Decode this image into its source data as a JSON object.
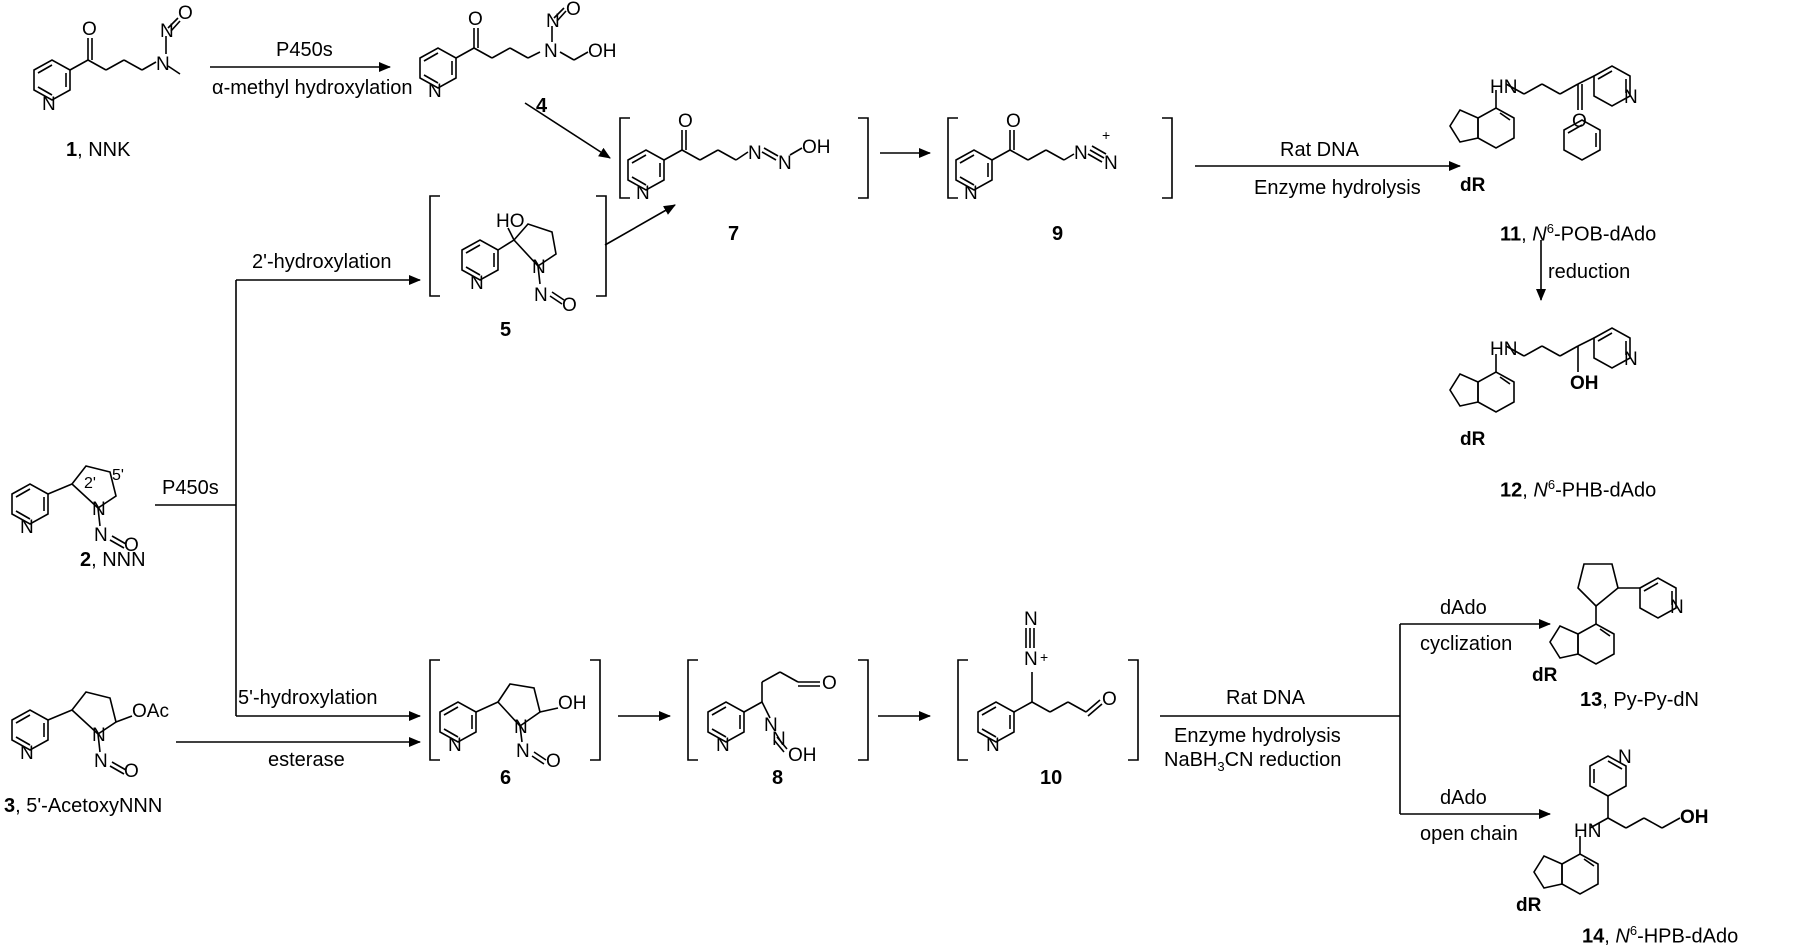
{
  "reagents": {
    "r1_top": "P450s",
    "r1_bottom": "α-methyl hydroxylation",
    "r2": "P450s",
    "r3": "2'-hydroxylation",
    "r4": "5'-hydroxylation",
    "r5": "esterase",
    "r6_top": "Rat DNA",
    "r6_bottom": "Enzyme hydrolysis",
    "r7": "reduction",
    "r8_top": "Rat DNA",
    "r8_mid": "Enzyme hydrolysis",
    "r8_bottom_pre": "NaBH",
    "r8_bottom_sub": "3",
    "r8_bottom_post": "CN reduction",
    "r9_top": "dAdo",
    "r9_bottom": "cyclization",
    "r10_top": "dAdo",
    "r10_bottom": "open chain"
  },
  "compounds": {
    "c1": {
      "num": "1",
      "name": ", NNK"
    },
    "c2": {
      "num": "2",
      "name": ", NNN"
    },
    "c3": {
      "num": "3",
      "name": ", 5'-AcetoxyNNN"
    },
    "c4": {
      "num": "4"
    },
    "c5": {
      "num": "5"
    },
    "c6": {
      "num": "6"
    },
    "c7": {
      "num": "7"
    },
    "c8": {
      "num": "8"
    },
    "c9": {
      "num": "9"
    },
    "c10": {
      "num": "10"
    },
    "c11": {
      "num": "11",
      "pre": ", ",
      "italic": "N",
      "sup": "6",
      "post": "-POB-dAdo"
    },
    "c12": {
      "num": "12",
      "pre": ", ",
      "italic": "N",
      "sup": "6",
      "post": "-PHB-dAdo"
    },
    "c13": {
      "num": "13",
      "name": ", Py-Py-dN"
    },
    "c14": {
      "num": "14",
      "pre": ", ",
      "italic": "N",
      "sup": "6",
      "post": "-HPB-dAdo"
    }
  },
  "atoms": {
    "N": "N",
    "O": "O",
    "OH": "OH",
    "HO": "HO",
    "NH": "HN",
    "OAc": "OAc",
    "dR": "dR",
    "plus": "+",
    "prime2": "2'",
    "prime5": "5'"
  }
}
